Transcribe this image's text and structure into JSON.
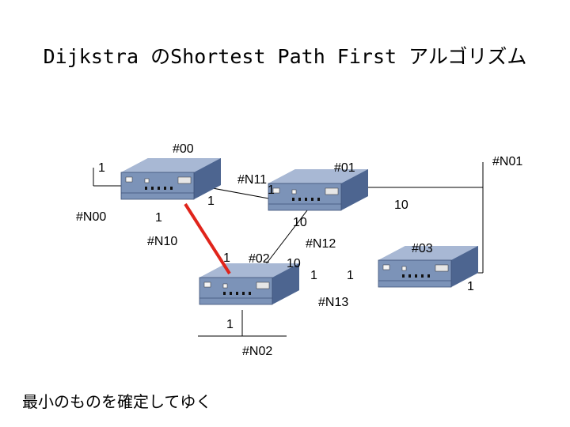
{
  "title": "Dijkstra のShortest Path First アルゴリズム",
  "caption": "最小のものを確定してゆく",
  "colors": {
    "highlight_link": "#e0241b",
    "router_body": "#6f86ad",
    "router_top": "#a8b8d4",
    "router_side": "#4d6590"
  },
  "routers": [
    {
      "id": "00",
      "label": "#00"
    },
    {
      "id": "01",
      "label": "#01"
    },
    {
      "id": "02",
      "label": "#02"
    },
    {
      "id": "03",
      "label": "#03"
    }
  ],
  "networks": [
    {
      "label": "#N00"
    },
    {
      "label": "#N01"
    },
    {
      "label": "#N02"
    },
    {
      "label": "#N10"
    },
    {
      "label": "#N11"
    },
    {
      "label": "#N12"
    },
    {
      "label": "#N13"
    }
  ],
  "costs": {
    "r00_n00": "1",
    "r00_n11": "1",
    "r00_n10": "1",
    "r01_n11": "1",
    "r01_n12": "10",
    "r01_n01": "10",
    "r02_n10": "1",
    "r02_n12": "10",
    "r02_n13": "1",
    "r03_n13": "1",
    "r03_n01": "1",
    "r02_n02": "1"
  }
}
